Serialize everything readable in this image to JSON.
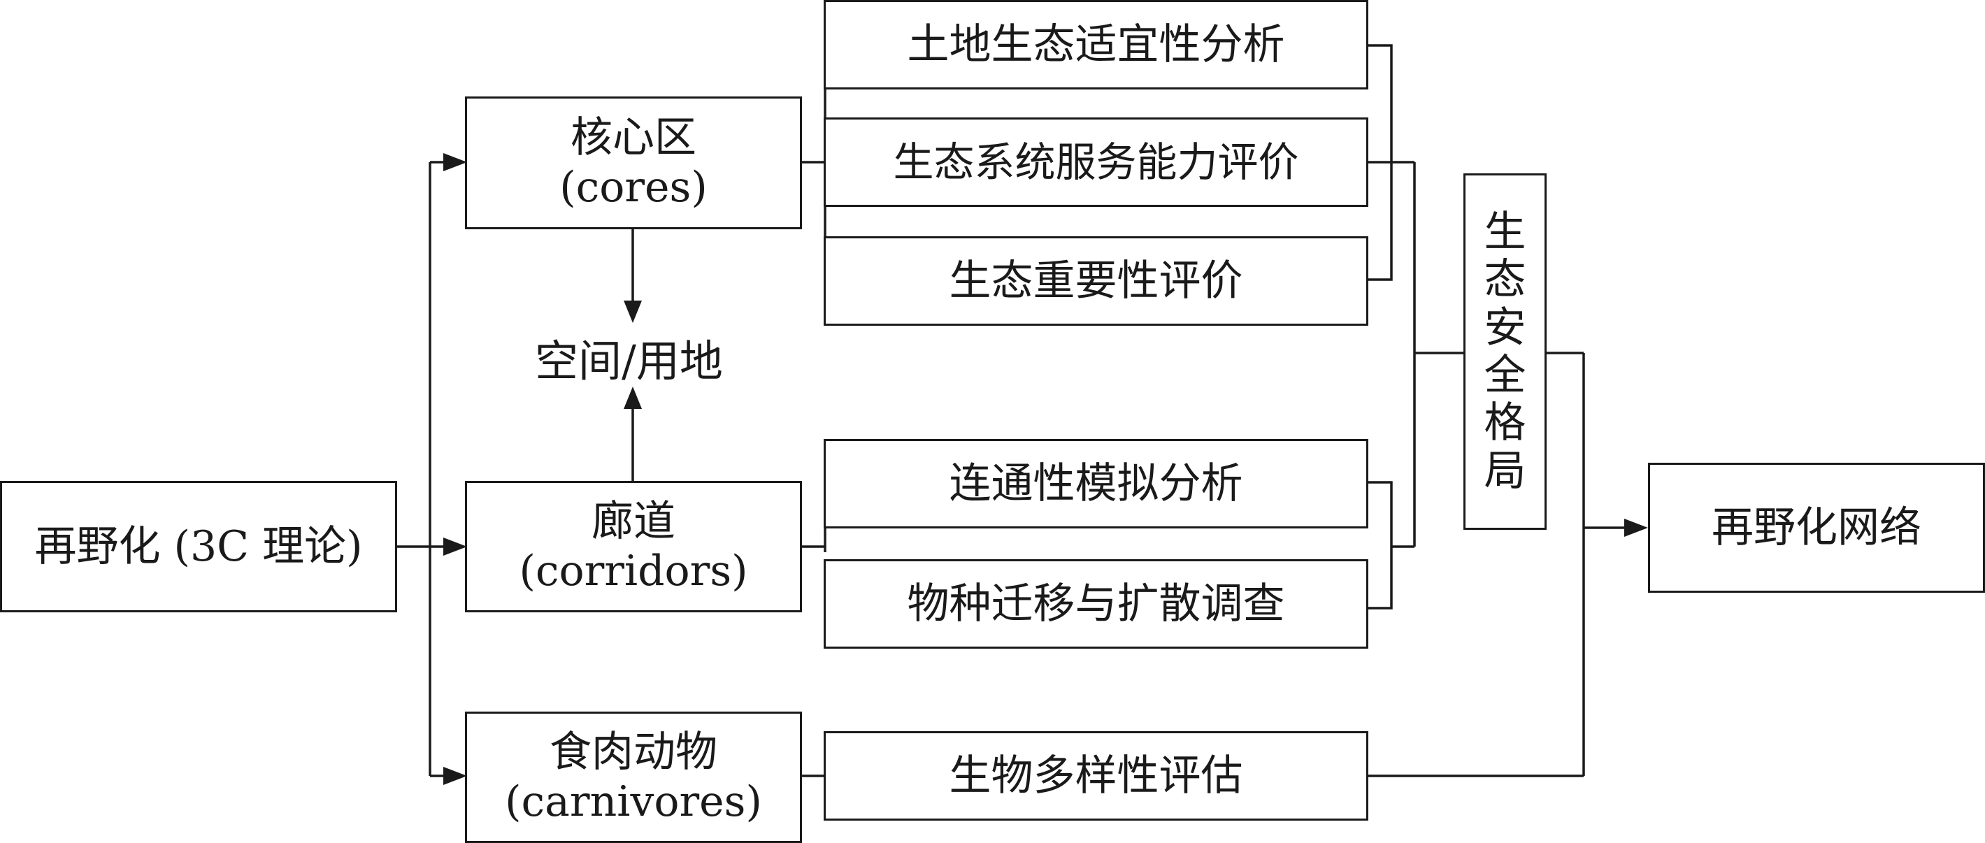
{
  "root": {
    "label": "再野化 (3C 理论)"
  },
  "categories": {
    "cores": {
      "cn": "核心区",
      "en": "(cores)"
    },
    "corridors": {
      "cn": "廊道",
      "en": "(corridors)"
    },
    "carnivores": {
      "cn": "食肉动物",
      "en": "(carnivores)"
    }
  },
  "space_label": "空间/用地",
  "analyses": {
    "land_suitability": "土地生态适宜性分析",
    "service_capacity": "生态系统服务能力评价",
    "importance": "生态重要性评价",
    "connectivity": "连通性模拟分析",
    "migration": "物种迁移与扩散调查",
    "biodiversity": "生物多样性评估"
  },
  "security_pattern": [
    "生",
    "态",
    "安",
    "全",
    "格",
    "局"
  ],
  "output": {
    "label": "再野化网络"
  }
}
